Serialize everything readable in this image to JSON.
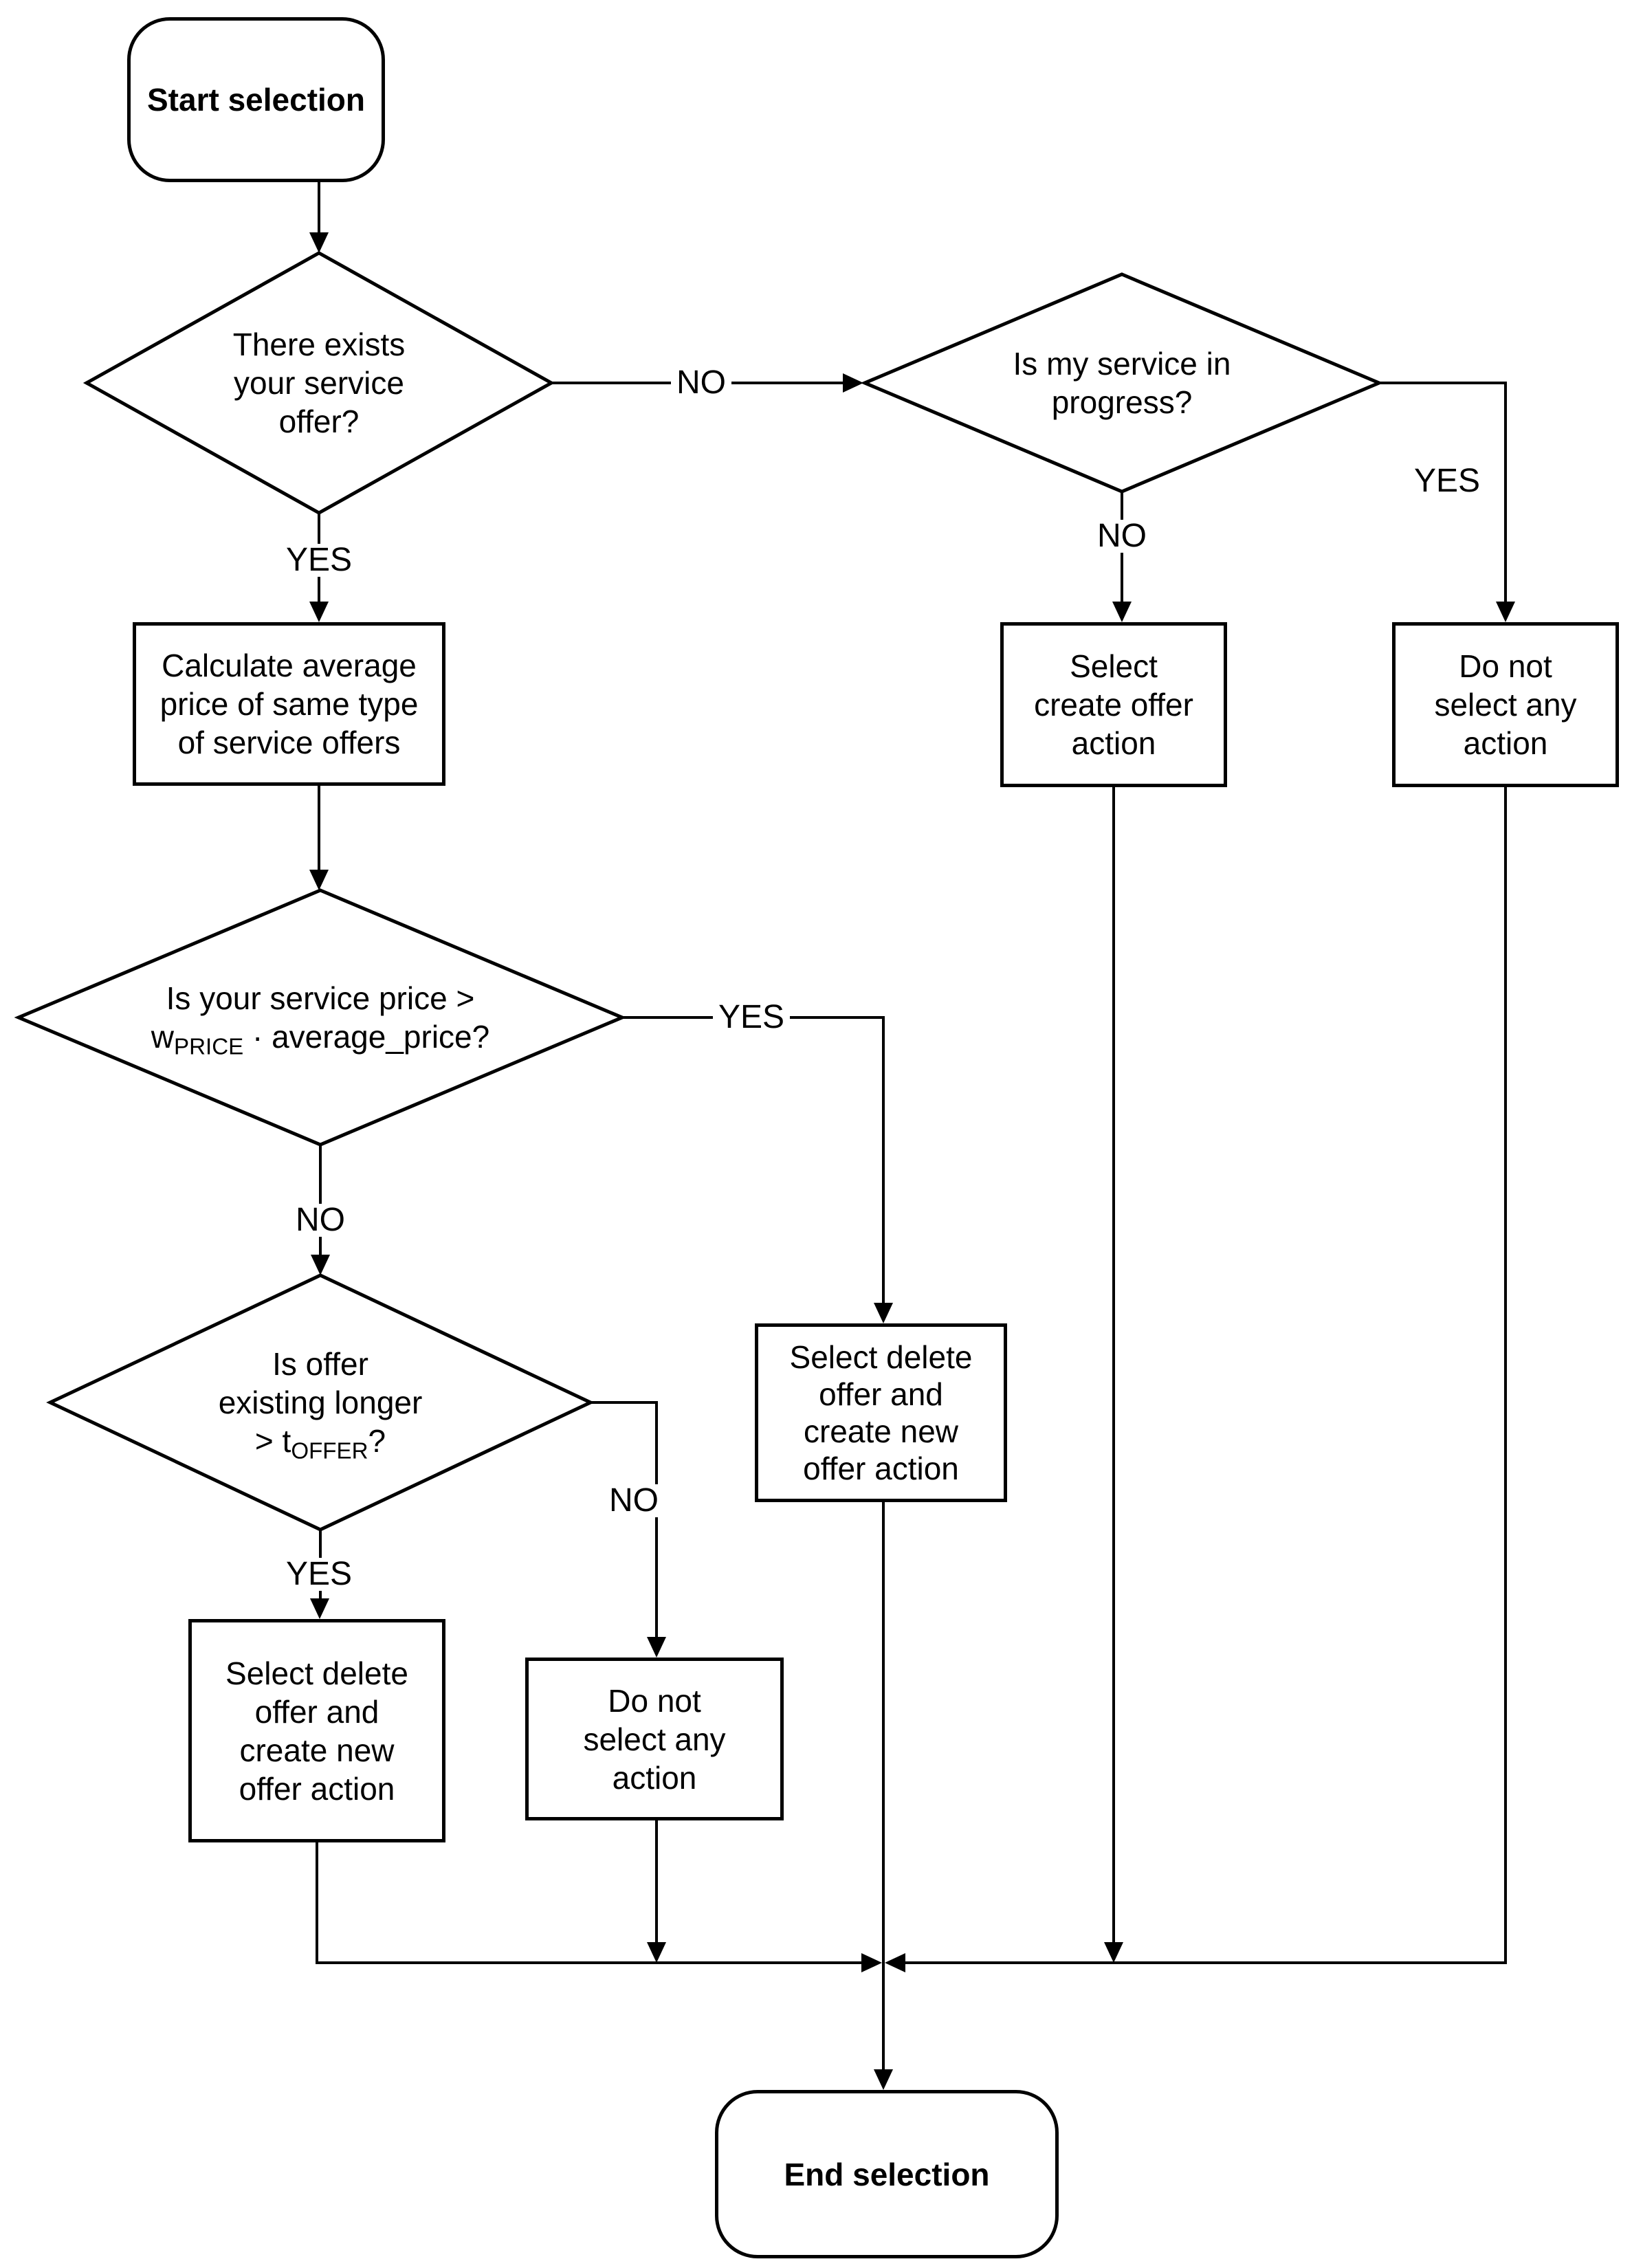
{
  "nodes": {
    "start": {
      "label": "Start selection"
    },
    "exists_offer": {
      "line1": "There exists",
      "line2": "your service",
      "line3": "offer?"
    },
    "in_progress": {
      "line1": "Is my service in",
      "line2": "progress?"
    },
    "price_check": {
      "line1": "Is your service price >",
      "w_base": "w",
      "w_sub": "PRICE",
      "w_rest": " · average_price?"
    },
    "offer_age": {
      "line1": "Is offer",
      "line2": "existing longer",
      "t_pre": "> ",
      "t_base": "t",
      "t_sub": "OFFER",
      "t_post": "?"
    },
    "calc_avg": {
      "line1": "Calculate average",
      "line2": "price of same type",
      "line3": "of service offers"
    },
    "select_create": {
      "line1": "Select",
      "line2": "create offer",
      "line3": "action"
    },
    "no_action_right": {
      "line1": "Do not",
      "line2": "select any",
      "line3": "action"
    },
    "delete_create_mid": {
      "line1": "Select delete",
      "line2": "offer and",
      "line3": "create new",
      "line4": "offer action"
    },
    "delete_create_left": {
      "line1": "Select delete",
      "line2": "offer and",
      "line3": "create new",
      "line4": "offer action"
    },
    "no_action_mid": {
      "line1": "Do not",
      "line2": "select any",
      "line3": "action"
    },
    "end": {
      "label": "End selection"
    }
  },
  "edge_labels": {
    "exists_no": "NO",
    "exists_yes": "YES",
    "progress_no": "NO",
    "progress_yes": "YES",
    "price_yes": "YES",
    "price_no": "NO",
    "age_yes": "YES",
    "age_no": "NO"
  },
  "colors": {
    "stroke": "#000000",
    "background": "#ffffff"
  }
}
